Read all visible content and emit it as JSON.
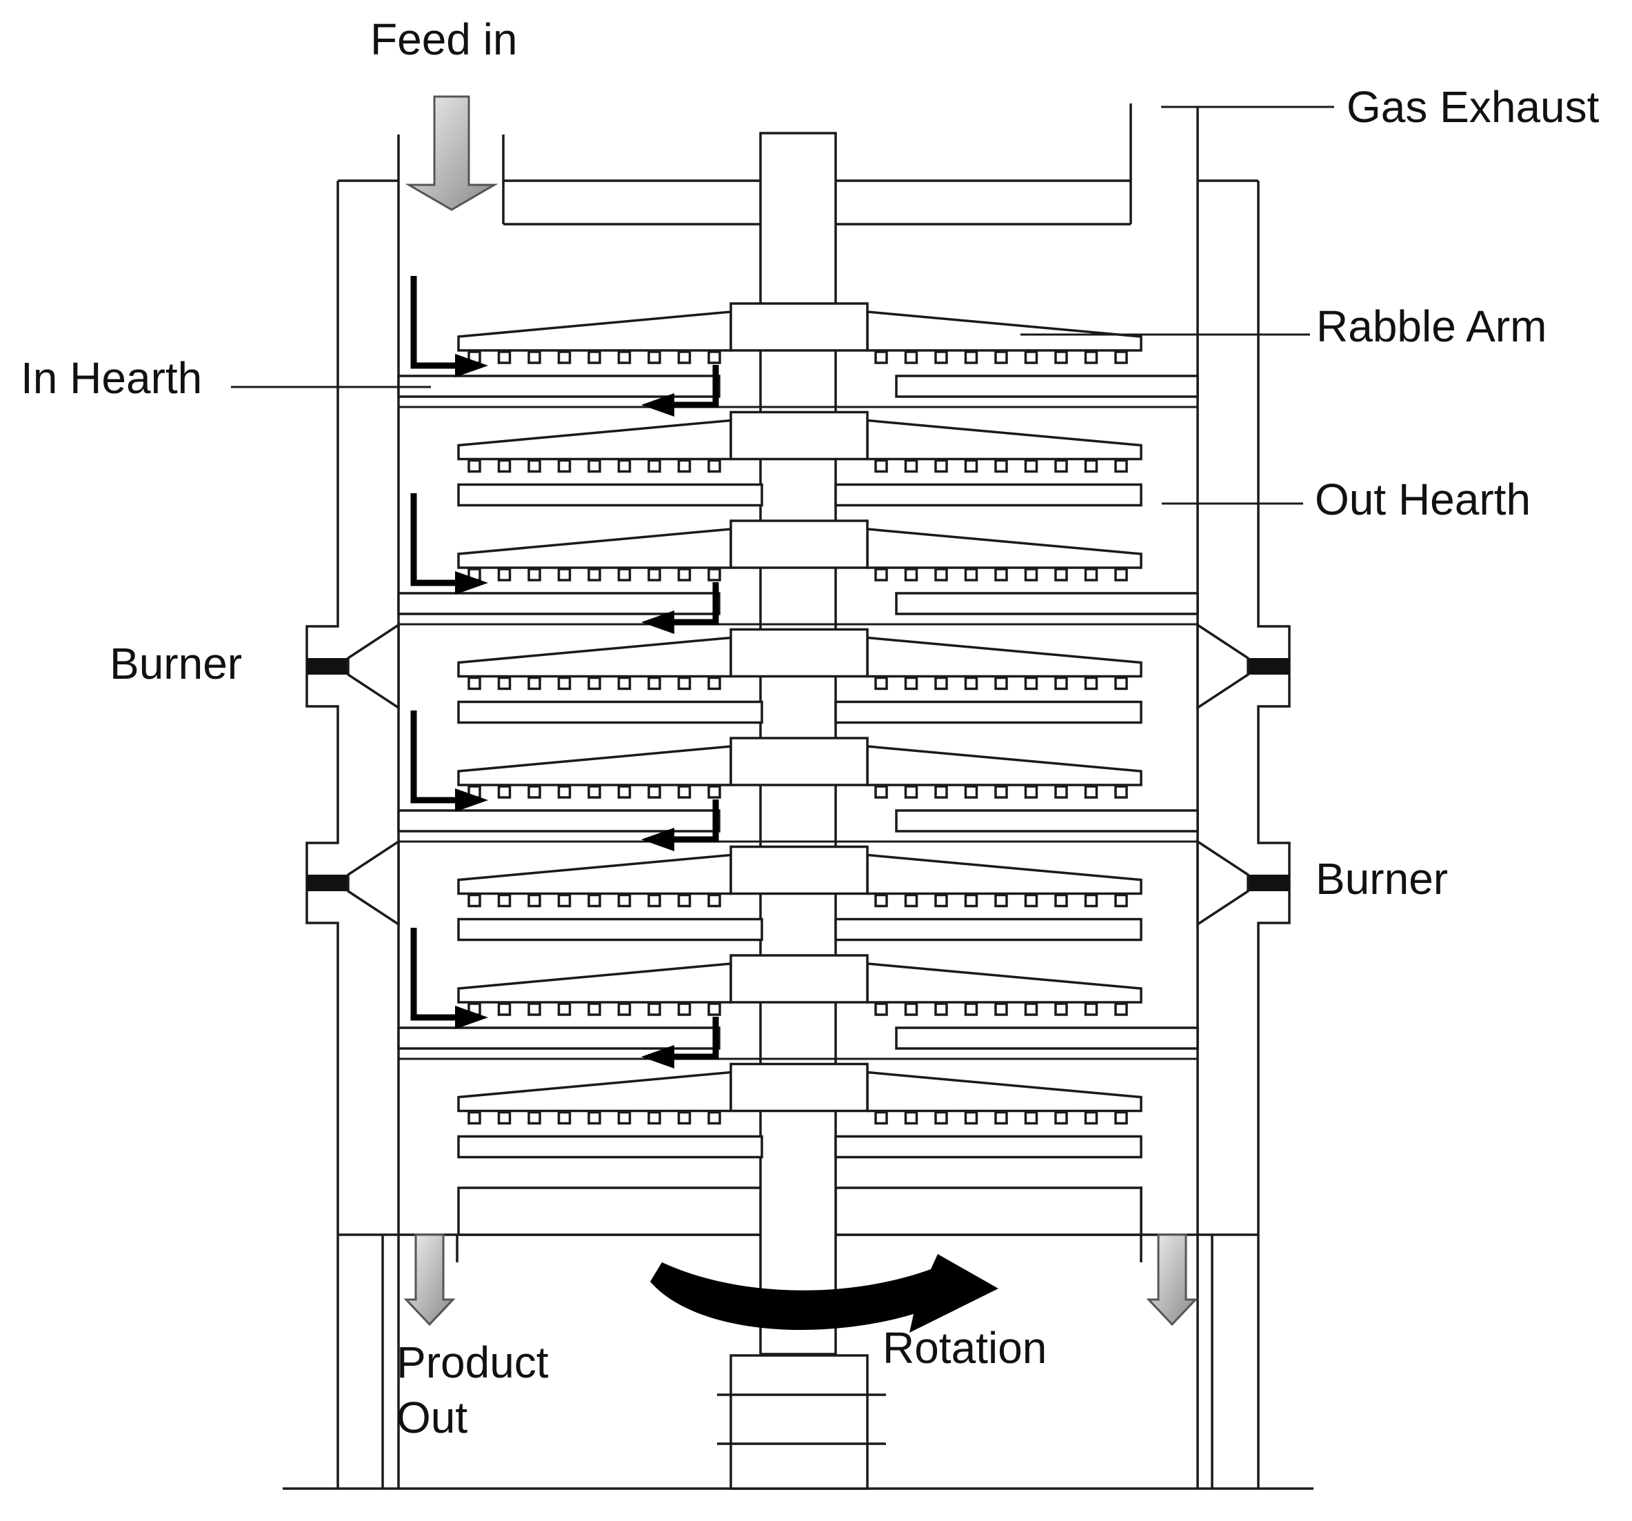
{
  "labels": {
    "feed_in": "Feed in",
    "gas_exhaust": "Gas Exhaust",
    "rabble_arm": "Rabble Arm",
    "in_hearth": "In Hearth",
    "out_hearth": "Out Hearth",
    "burner_left": "Burner",
    "burner_right": "Burner",
    "product_out": "Product\nOut",
    "rotation": "Rotation"
  },
  "structure": {
    "rabble_arm_count": 8,
    "hearth_count": 8,
    "hearth_sequence": [
      "in",
      "out",
      "in",
      "out",
      "in",
      "out",
      "in",
      "out"
    ],
    "burner_pairs": 2,
    "rabble_teeth_per_side": 9
  },
  "colors": {
    "line": "#1a1a1a",
    "flow_arrow": "#000000",
    "gray_arrow_light": "#f0f0f0",
    "gray_arrow_dark": "#8a8a8a",
    "background": "#ffffff"
  }
}
